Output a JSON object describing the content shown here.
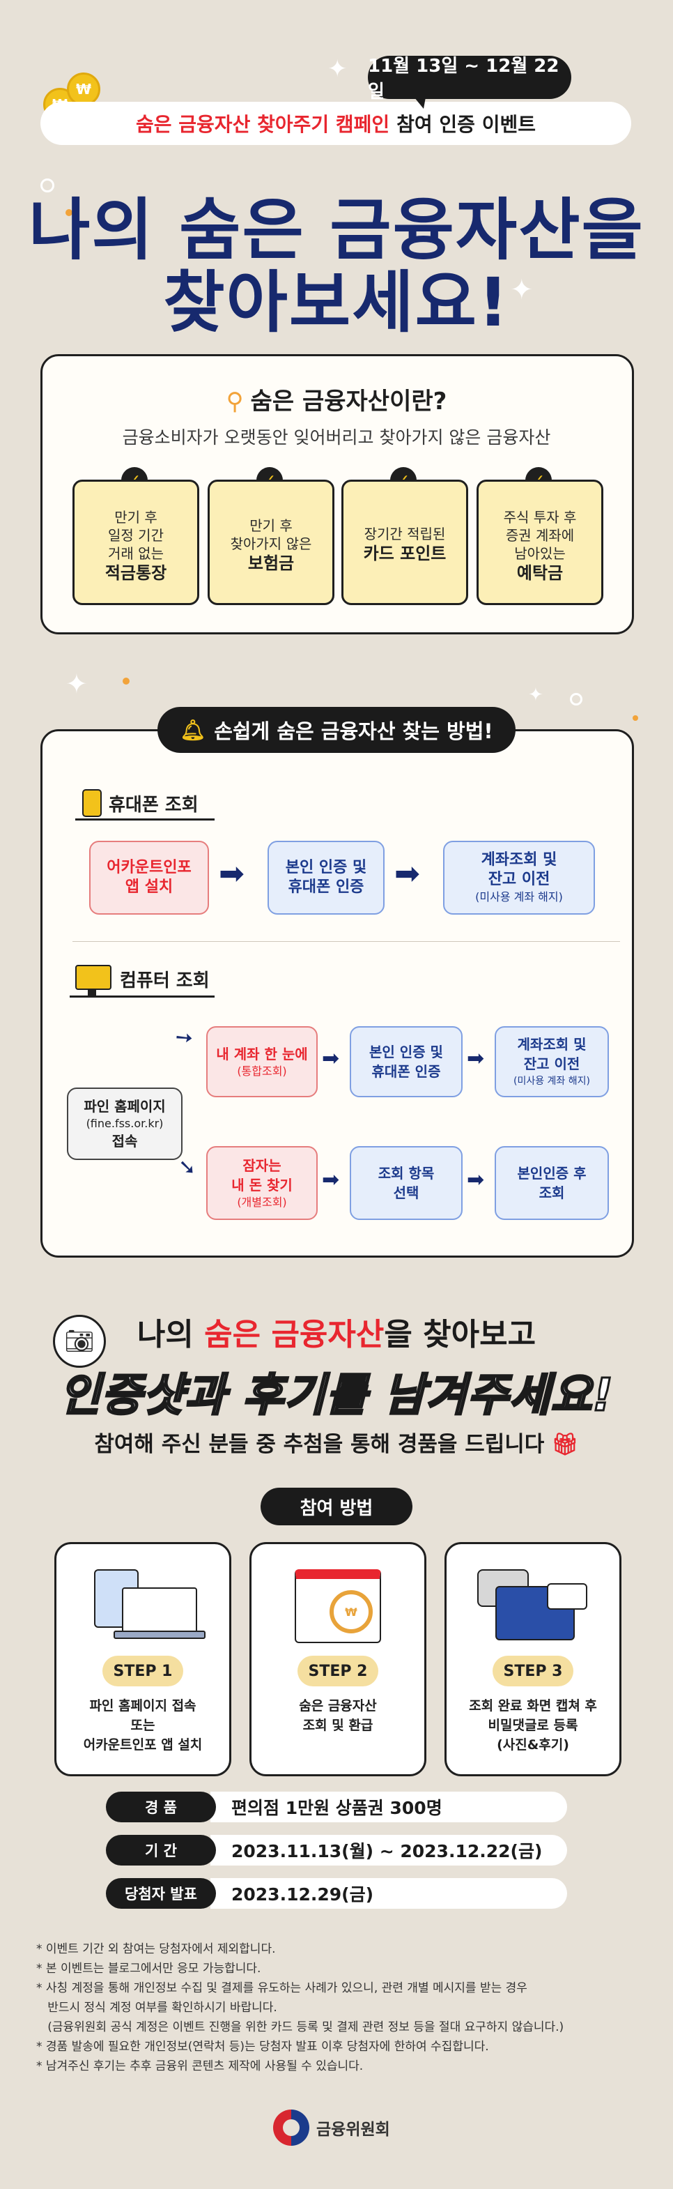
{
  "header": {
    "period": "11월 13일 ~ 12월 22일",
    "campaign_red": "숨은 금융자산 찾아주기 캠페인",
    "campaign_dark": "참여 인증 이벤트",
    "coin_symbol": "₩",
    "title_line1": "나의 숨은 금융자산을",
    "title_line2": "찾아보세요!"
  },
  "info": {
    "title": "숨은 금융자산이란?",
    "subtitle": "금융소비자가 오랫동안 잊어버리고 찾아가지 않은 금융자산",
    "check_mark": "✓",
    "cards": [
      {
        "lines": [
          "만기 후",
          "일정 기간",
          "거래 없는"
        ],
        "bold": "적금통장"
      },
      {
        "lines": [
          "만기 후",
          "찾아가지 않은"
        ],
        "bold": "보험금"
      },
      {
        "lines": [
          "장기간 적립된"
        ],
        "bold": "카드 포인트"
      },
      {
        "lines": [
          "주식 투자 후",
          "증권 계좌에",
          "남아있는"
        ],
        "bold": "예탁금"
      }
    ]
  },
  "method": {
    "title": "손쉽게 숨은 금융자산 찾는 방법!",
    "phone": {
      "heading": "휴대폰 조회",
      "steps": [
        {
          "big": "어카운트인포\n앱 설치",
          "small": ""
        },
        {
          "big": "본인 인증 및\n휴대폰 인증",
          "small": ""
        },
        {
          "big": "계좌조회 및\n잔고 이전",
          "small": "(미사용 계좌 해지)"
        }
      ]
    },
    "pc": {
      "heading": "컴퓨터 조회",
      "start": {
        "big": "파인 홈페이지",
        "small": "(fine.fss.or.kr)",
        "big2": "접속"
      },
      "top": [
        {
          "big": "내 계좌 한 눈에",
          "small": "(통합조회)"
        },
        {
          "big": "본인 인증 및\n휴대폰 인증",
          "small": ""
        },
        {
          "big": "계좌조회 및\n잔고 이전",
          "small": "(미사용 계좌 해지)"
        }
      ],
      "bottom": [
        {
          "big": "잠자는\n내 돈 찾기",
          "small": "(개별조회)"
        },
        {
          "big": "조회 항목\n선택",
          "small": ""
        },
        {
          "big": "본인인증 후\n조회",
          "small": ""
        }
      ]
    }
  },
  "event": {
    "line1_pre": "나의 ",
    "line1_red": "숨은 금융자산",
    "line1_post": "을 찾아보고",
    "line2": "인증샷과 후기를 남겨주세요!",
    "line3": "참여해 주신 분들 중 추첨을 통해 경품을 드립니다",
    "how_title": "참여 방법",
    "steps": [
      {
        "badge": "STEP 1",
        "text": "파인 홈페이지 접속\n또는\n어카운트인포 앱 설치"
      },
      {
        "badge": "STEP 2",
        "text": "숨은 금융자산\n조회 및 환급"
      },
      {
        "badge": "STEP 3",
        "text": "조회 완료 화면 캡쳐 후\n비밀댓글로 등록\n(사진&후기)"
      }
    ],
    "prizes": [
      {
        "key": "경 품",
        "value": "편의점 1만원 상품권 300명"
      },
      {
        "key": "기 간",
        "value": "2023.11.13(월) ~ 2023.12.22(금)"
      },
      {
        "key": "당첨자 발표",
        "value": "2023.12.29(금)"
      }
    ]
  },
  "notes": [
    "* 이벤트 기간 외 참여는 당첨자에서 제외합니다.",
    "* 본 이벤트는 블로그에서만 응모 가능합니다.",
    "* 사칭 계정을 통해 개인정보 수집 및 결제를 유도하는 사례가 있으니, 관련 개별 메시지를 받는 경우",
    "   반드시 정식 계정 여부를 확인하시기 바랍니다.",
    "   (금융위원회 공식 계정은 이벤트 진행을 위한 카드 등록 및 결제 관련 정보 등을 절대 요구하지 않습니다.)",
    "* 경품 발송에 필요한 개인정보(연락처 등)는 당첨자 발표 이후 당첨자에 한하여 수집합니다.",
    "* 남겨주신 후기는 추후 금융위 콘텐츠 제작에 사용될 수 있습니다."
  ],
  "footer": {
    "org": "금융위원회"
  },
  "colors": {
    "background": "#e7e1d7",
    "accent_red": "#e8262f",
    "navy": "#17296e",
    "card_yellow": "#fcefb7"
  }
}
